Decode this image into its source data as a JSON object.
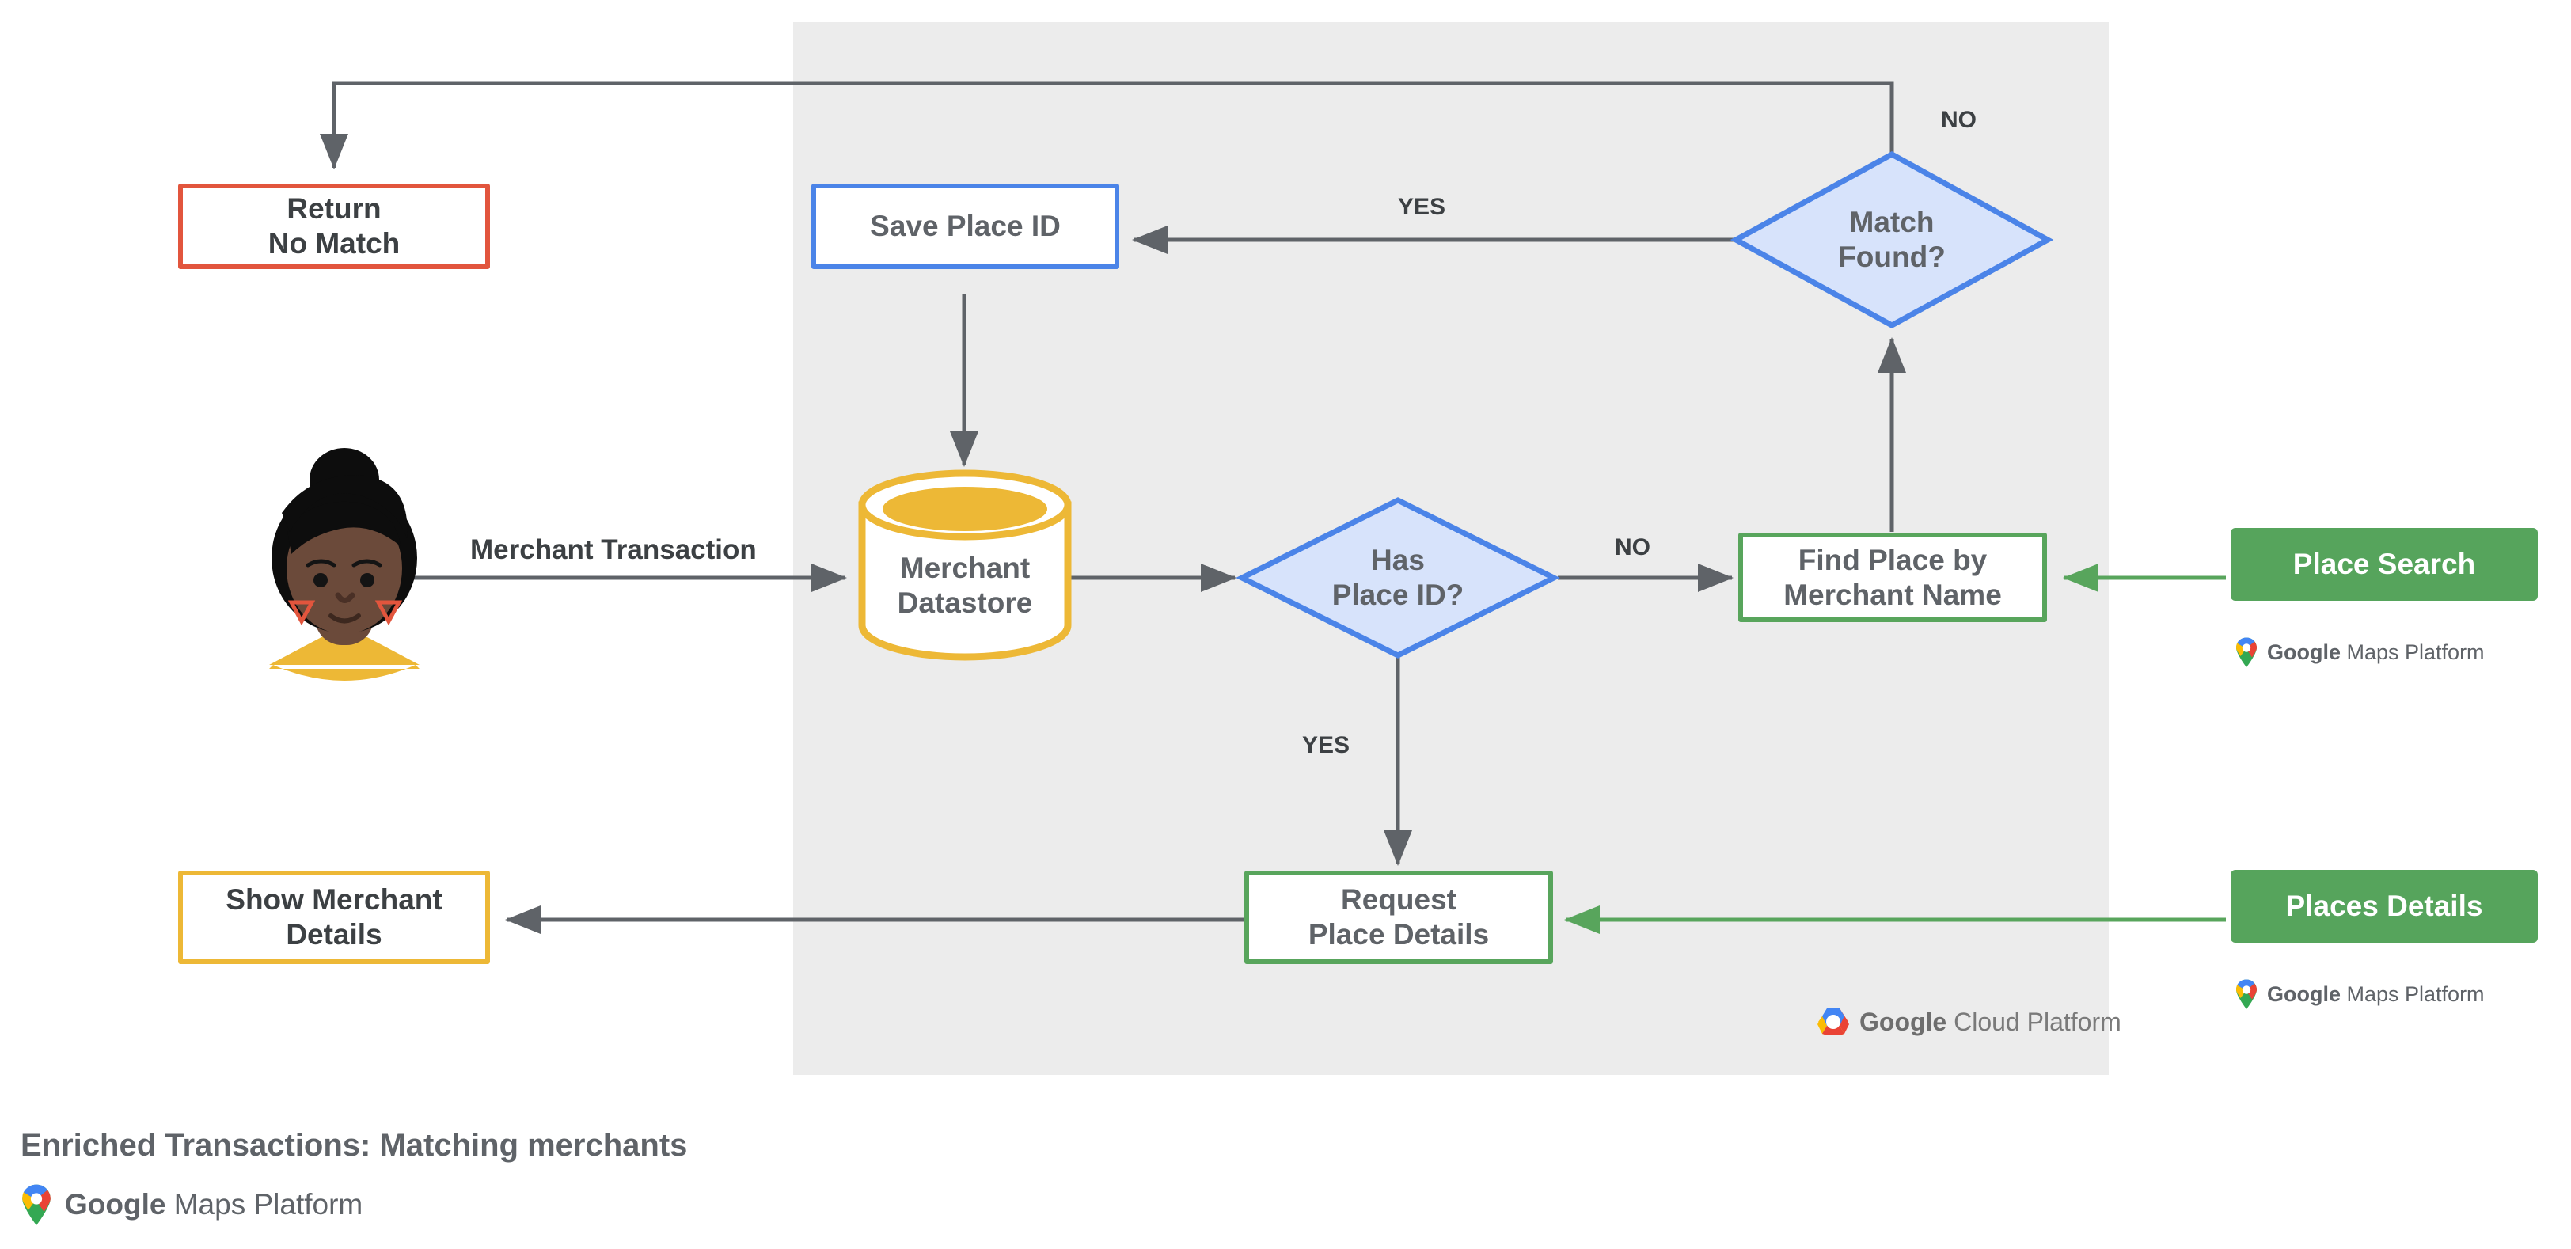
{
  "diagram": {
    "title": "Enriched Transactions: Matching merchants",
    "panel_label": "Google Cloud Platform",
    "colors": {
      "panel_bg": "#ececec",
      "red": "#e2553d",
      "blue": "#4b84e8",
      "blue_fill": "#d7e3fb",
      "green": "#58a55c",
      "green_fill": "#56a45c",
      "yellow": "#edb836",
      "edge": "#5f6368",
      "text": "#5f6368"
    },
    "nodes": {
      "return_no_match": {
        "label": "Return\nNo Match",
        "shape": "rectangle",
        "color": "red"
      },
      "save_place_id": {
        "label": "Save Place ID",
        "shape": "rectangle",
        "color": "blue"
      },
      "match_found": {
        "label": "Match\nFound?",
        "shape": "diamond",
        "color": "blue"
      },
      "merchant_datastore": {
        "label": "Merchant\nDatastore",
        "shape": "cylinder",
        "color": "yellow"
      },
      "has_place_id": {
        "label": "Has\nPlace ID?",
        "shape": "diamond",
        "color": "blue"
      },
      "find_place_by_merchant_name": {
        "label": "Find Place by\nMerchant Name",
        "shape": "rectangle",
        "color": "green"
      },
      "request_place_details": {
        "label": "Request\nPlace Details",
        "shape": "rectangle",
        "color": "green"
      },
      "show_merchant_details": {
        "label": "Show Merchant\nDetails",
        "shape": "rectangle",
        "color": "yellow"
      },
      "place_search": {
        "label": "Place Search",
        "shape": "chip",
        "color": "green_fill"
      },
      "places_details": {
        "label": "Places Details",
        "shape": "chip",
        "color": "green_fill"
      },
      "customer": {
        "label": "",
        "shape": "avatar"
      }
    },
    "edge_labels": {
      "merchant_transaction": "Merchant Transaction",
      "match_found_no": "NO",
      "match_found_yes": "YES",
      "has_place_id_no": "NO",
      "has_place_id_yes": "YES"
    },
    "logos": {
      "maps_platform": {
        "brand": "Google",
        "product": " Maps Platform"
      },
      "cloud_platform": {
        "brand": "Google",
        "product": " Cloud Platform"
      }
    }
  }
}
